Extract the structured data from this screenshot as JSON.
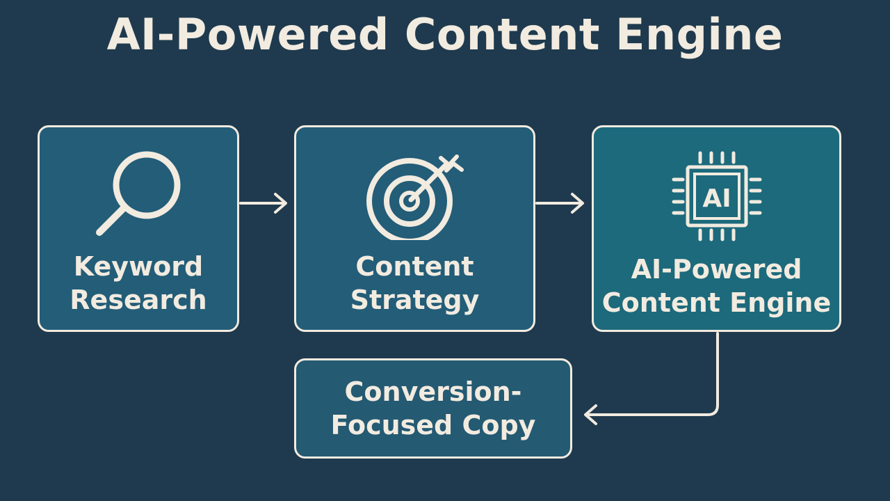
{
  "title": "AI-Powered Content Engine",
  "steps": [
    {
      "label_line1": "Keyword",
      "label_line2": "Research",
      "icon": "magnifying-glass-icon"
    },
    {
      "label_line1": "Content",
      "label_line2": "Strategy",
      "icon": "target-arrow-icon"
    },
    {
      "label_line1": "AI-Powered",
      "label_line2": "Content Engine",
      "icon": "ai-chip-icon",
      "icon_text": "AI"
    },
    {
      "label_line1": "Conversion-",
      "label_line2": "Focused Copy"
    }
  ],
  "colors": {
    "background": "#1f3a4e",
    "box_fill": "#235d78",
    "box_fill_highlight": "#1c6a7c",
    "stroke": "#f2ebe0"
  }
}
